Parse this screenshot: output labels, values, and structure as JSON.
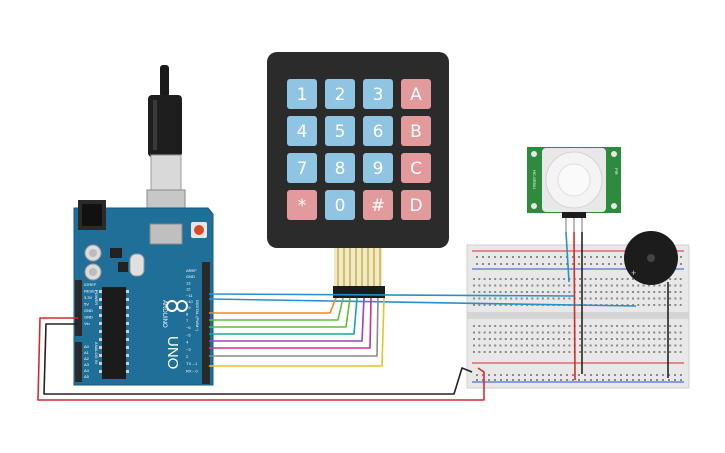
{
  "keypad": {
    "rows": [
      [
        {
          "label": "1",
          "kind": "digit"
        },
        {
          "label": "2",
          "kind": "digit"
        },
        {
          "label": "3",
          "kind": "digit"
        },
        {
          "label": "A",
          "kind": "letter"
        }
      ],
      [
        {
          "label": "4",
          "kind": "digit"
        },
        {
          "label": "5",
          "kind": "digit"
        },
        {
          "label": "6",
          "kind": "digit"
        },
        {
          "label": "B",
          "kind": "letter"
        }
      ],
      [
        {
          "label": "7",
          "kind": "digit"
        },
        {
          "label": "8",
          "kind": "digit"
        },
        {
          "label": "9",
          "kind": "digit"
        },
        {
          "label": "C",
          "kind": "letter"
        }
      ],
      [
        {
          "label": "*",
          "kind": "letter"
        },
        {
          "label": "0",
          "kind": "digit"
        },
        {
          "label": "#",
          "kind": "letter"
        },
        {
          "label": "D",
          "kind": "letter"
        }
      ]
    ]
  },
  "arduino": {
    "brand": "ARDUINO",
    "model": "UNO",
    "digital_label": "DIGITAL (PWM~)",
    "analog_label": "ANALOG IN",
    "power_label": "POWER",
    "top_pins": [
      "AREF",
      "GND",
      "13",
      "12",
      "~11",
      "~10",
      "~9",
      "8"
    ],
    "bottom_pins": [
      "7",
      "~6",
      "~5",
      "4",
      "~3",
      "2",
      "TX→1",
      "RX←0"
    ],
    "power_pins": [
      "IOREF",
      "RESET",
      "3.3V",
      "5V",
      "GND",
      "GND",
      "Vin"
    ],
    "analog_pins": [
      "A0",
      "A1",
      "A2",
      "A3",
      "A4",
      "A5"
    ]
  },
  "pir": {
    "label_left": "HC-SR501",
    "label_right": "PIR"
  },
  "colors": {
    "board": "#1f6f99",
    "keypad_body": "#2b2b2b",
    "key_digit": "#8fc4e3",
    "key_letter": "#e39a9c",
    "pir_board": "#2e8b3d",
    "wire_blue": "#2b8fc7",
    "wire_orange": "#f0871e",
    "wire_green": "#5bbd3a",
    "wire_teal": "#1aa6a0",
    "wire_purple": "#9b3fc4",
    "wire_magenta": "#d0308c",
    "wire_gray": "#8a8a8a",
    "wire_yellow": "#e8c41e",
    "wire_red": "#d62b2b",
    "wire_black": "#222222"
  }
}
